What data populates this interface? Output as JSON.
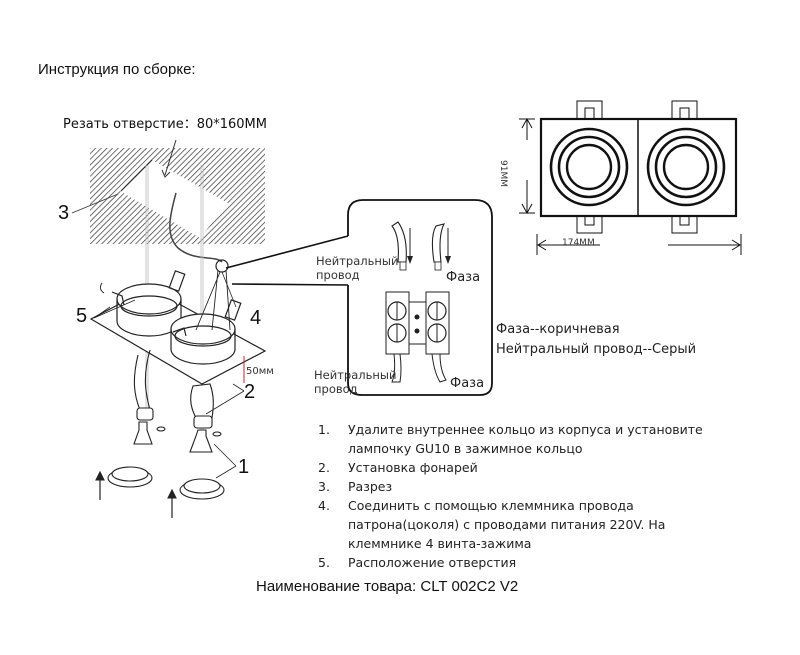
{
  "document": {
    "title": "Инструкция по сборке:",
    "cut_label": "Резать отверстие：80*160MM",
    "callouts": [
      "1",
      "2",
      "3",
      "4",
      "5"
    ],
    "height_dim": "50мм",
    "top_view": {
      "width_label": "174MM",
      "height_label": "91MM"
    },
    "detail": {
      "neutral_top": [
        "Нейтральный",
        "провод"
      ],
      "phase_top": "Фаза",
      "neutral_bottom": [
        "Нейтральный",
        "провод"
      ],
      "phase_bottom": "Фаза"
    },
    "legend": [
      "Фаза--коричневая",
      "Нейтральный провод--Серый"
    ],
    "steps": [
      {
        "num": "1.",
        "lines": [
          "Удалите внутреннее кольцо из корпуса и установите",
          "лампочку GU10 в зажимное кольцо"
        ]
      },
      {
        "num": "2.",
        "lines": [
          "Установка фонарей"
        ]
      },
      {
        "num": "3.",
        "lines": [
          "Разрез"
        ]
      },
      {
        "num": "4.",
        "lines": [
          "Соединить с помощью клеммника провода",
          "патрона(цоколя) с проводами питания 220V. На",
          "клеммнике 4 винта-зажима"
        ]
      },
      {
        "num": "5.",
        "lines": [
          "Расположение отверстия"
        ]
      }
    ],
    "product_name": "Наименование товара: CLT 002C2 V2"
  }
}
